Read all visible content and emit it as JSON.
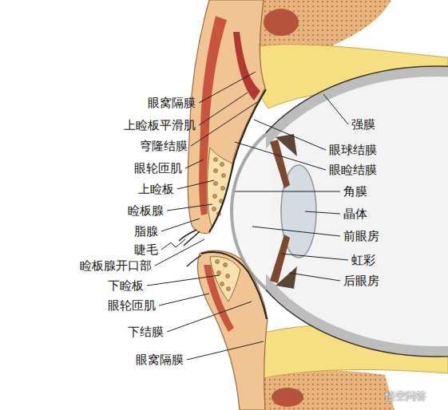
{
  "diagram": {
    "labels": [
      "眼窝隔膜",
      "上睑板平滑肌",
      "穹隆结膜",
      "眼轮匝肌",
      "上睑板",
      "睑板腺",
      "脂腺",
      "睫毛",
      "睑板腺开口部",
      "下睑板",
      "眼轮匝肌",
      "下结膜",
      "眼窝隔膜",
      "强膜",
      "眼球结膜",
      "眼睑结膜",
      "角膜",
      "晶体",
      "前眼房",
      "虹彩",
      "后眼房",
      "悟空问答"
    ]
  }
}
